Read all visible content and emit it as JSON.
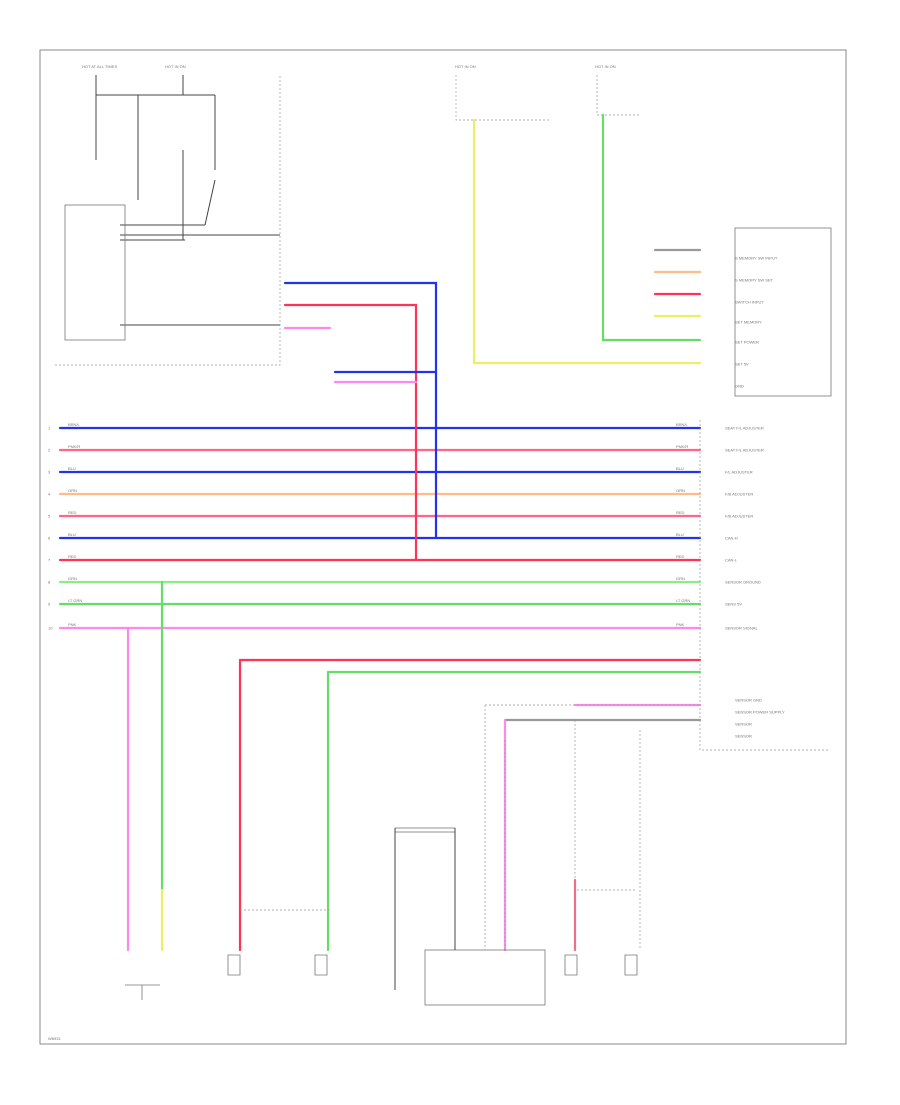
{
  "colors": {
    "blue": "#2233ee",
    "red": "#ff3355",
    "pink_red": "#ff6688",
    "orange": "#ffbb88",
    "green": "#66dd66",
    "light_green": "#88ee88",
    "violet": "#ff88ee",
    "yellow": "#eeee66",
    "gray": "#999999"
  },
  "wire_labels": {
    "w1": "BRN/L",
    "w2": "PNK/R",
    "w3": "BLU",
    "w4": "ORN",
    "w5": "RED",
    "w6": "BLU",
    "w7": "RED",
    "w8": "GRN",
    "w9": "LT GRN",
    "w10": "PNK"
  },
  "row_numbers": [
    "1",
    "2",
    "3",
    "4",
    "5",
    "6",
    "7",
    "8",
    "9",
    "10"
  ],
  "signal_labels": [
    "SEAT F/L ADJUSTER",
    "SEAT F/L ADJUSTER",
    "F/L ADJUSTER",
    "F/B ADJUSTER",
    "F/B ADJUSTER",
    "CAN-H",
    "CAN-L",
    "SENSOR GROUND",
    "SENS 5V",
    "SENSOR SIGNAL",
    "SENSOR",
    "SENSOR"
  ],
  "module_pins": [
    "S MEMORY SW INPUT",
    "S MEMORY SW SET",
    "SWITCH INPUT",
    "SET MEMORY",
    "SET POWER",
    "SET 5V",
    "GND",
    "SENSOR GND",
    "SENSOR POWER SUPPLY",
    "SENSOR",
    "SENSOR"
  ],
  "top_labels": {
    "hot1": "HOT AT ALL TIMES",
    "hot2": "HOT IN ON",
    "hot3": "HOT IN ON",
    "hot4": "HOT IN ON"
  },
  "footer_code": "W8931"
}
